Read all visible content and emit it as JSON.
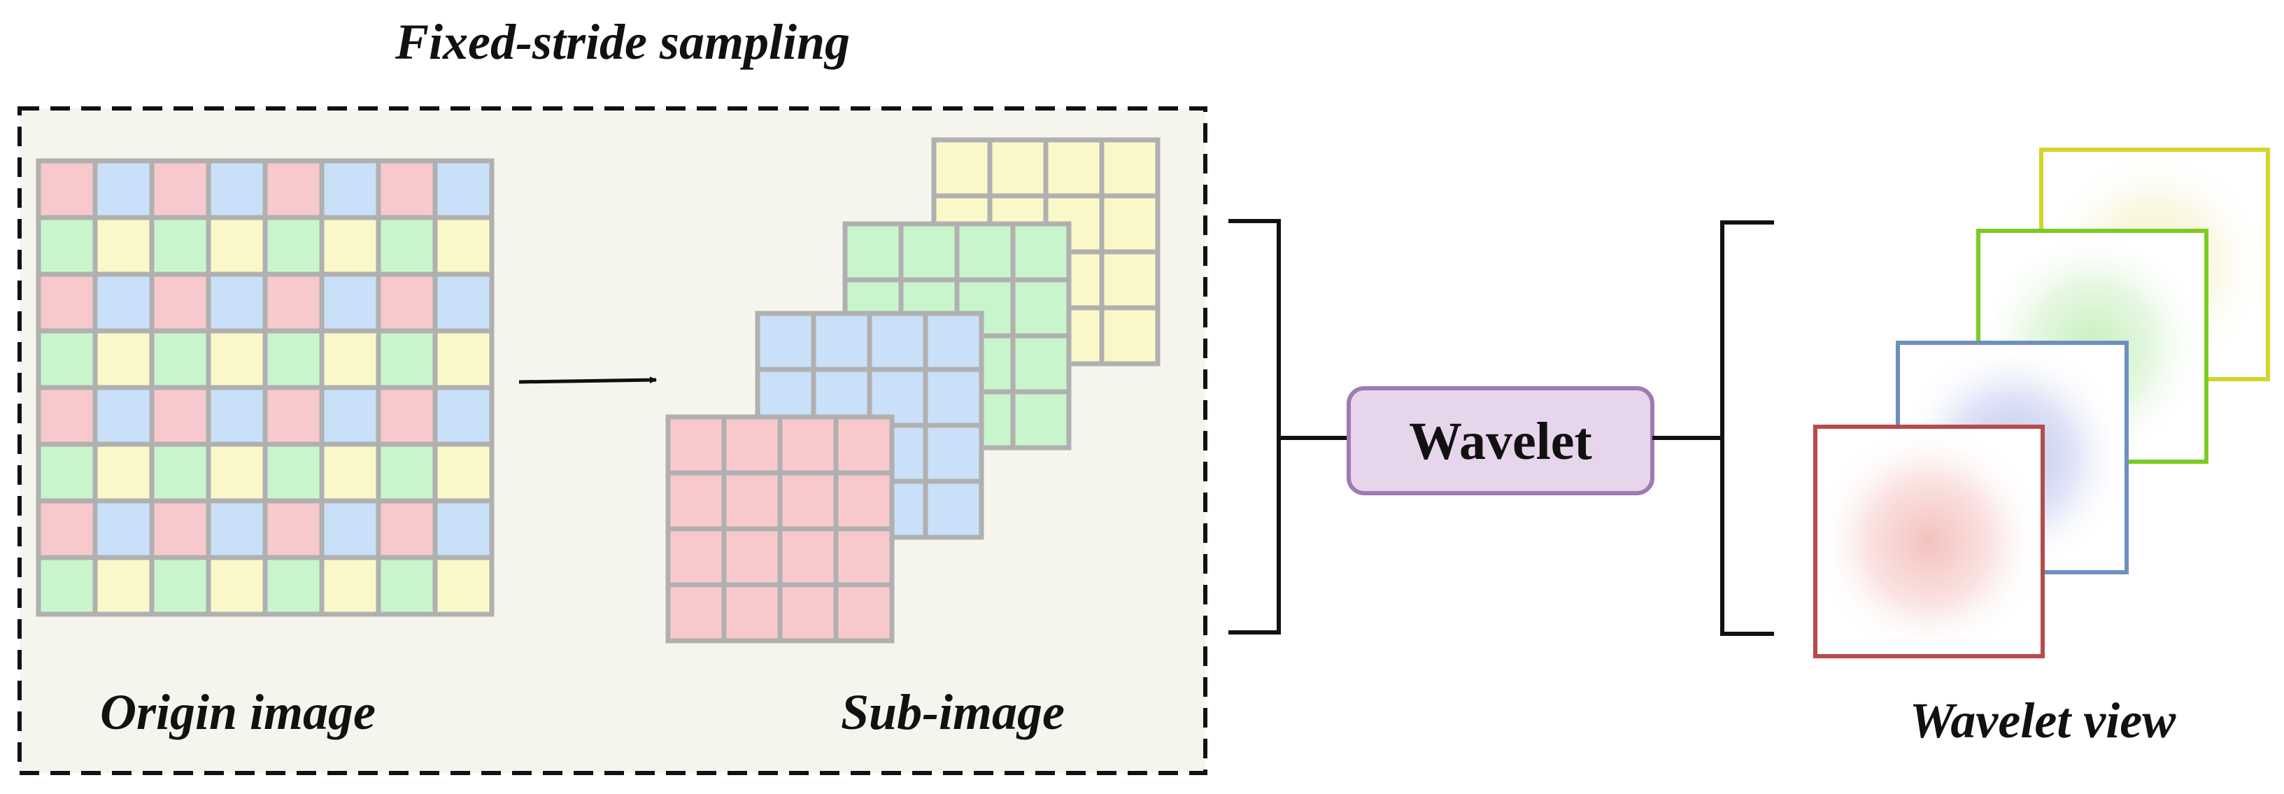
{
  "title": "Fixed-stride sampling",
  "labels": {
    "origin": "Origin image",
    "sub": "Sub-image",
    "wavelet_view": "Wavelet view"
  },
  "wavelet_box": {
    "label": "Wavelet"
  },
  "colors": {
    "cell_pink": "#F8C9CC",
    "cell_blue": "#C9E0F8",
    "cell_green": "#C9F5CC",
    "cell_yellow": "#FAF8C9",
    "grid_line": "#B0B0B0",
    "panel_bg": "#F6F5ED",
    "wavelet_fill": "#E6D5EB",
    "wavelet_stroke": "#9E7BB0",
    "view_yellow": "#D4D42A",
    "view_green": "#7CCB22",
    "view_blue": "#6F8FBE",
    "view_red": "#B84A4A"
  },
  "origin_grid": {
    "rows": 8,
    "cols": 8,
    "pattern": [
      [
        "pink",
        "blue"
      ],
      [
        "green",
        "yellow"
      ]
    ]
  },
  "sub_images": [
    {
      "color": "yellow"
    },
    {
      "color": "green"
    },
    {
      "color": "blue"
    },
    {
      "color": "pink"
    }
  ],
  "views": [
    {
      "stroke": "view_yellow",
      "glow": "#F4F1C6"
    },
    {
      "stroke": "view_green",
      "glow": "#C8F0C0"
    },
    {
      "stroke": "view_blue",
      "glow": "#BCC4EE"
    },
    {
      "stroke": "view_red",
      "glow": "#F4C2BE"
    }
  ]
}
